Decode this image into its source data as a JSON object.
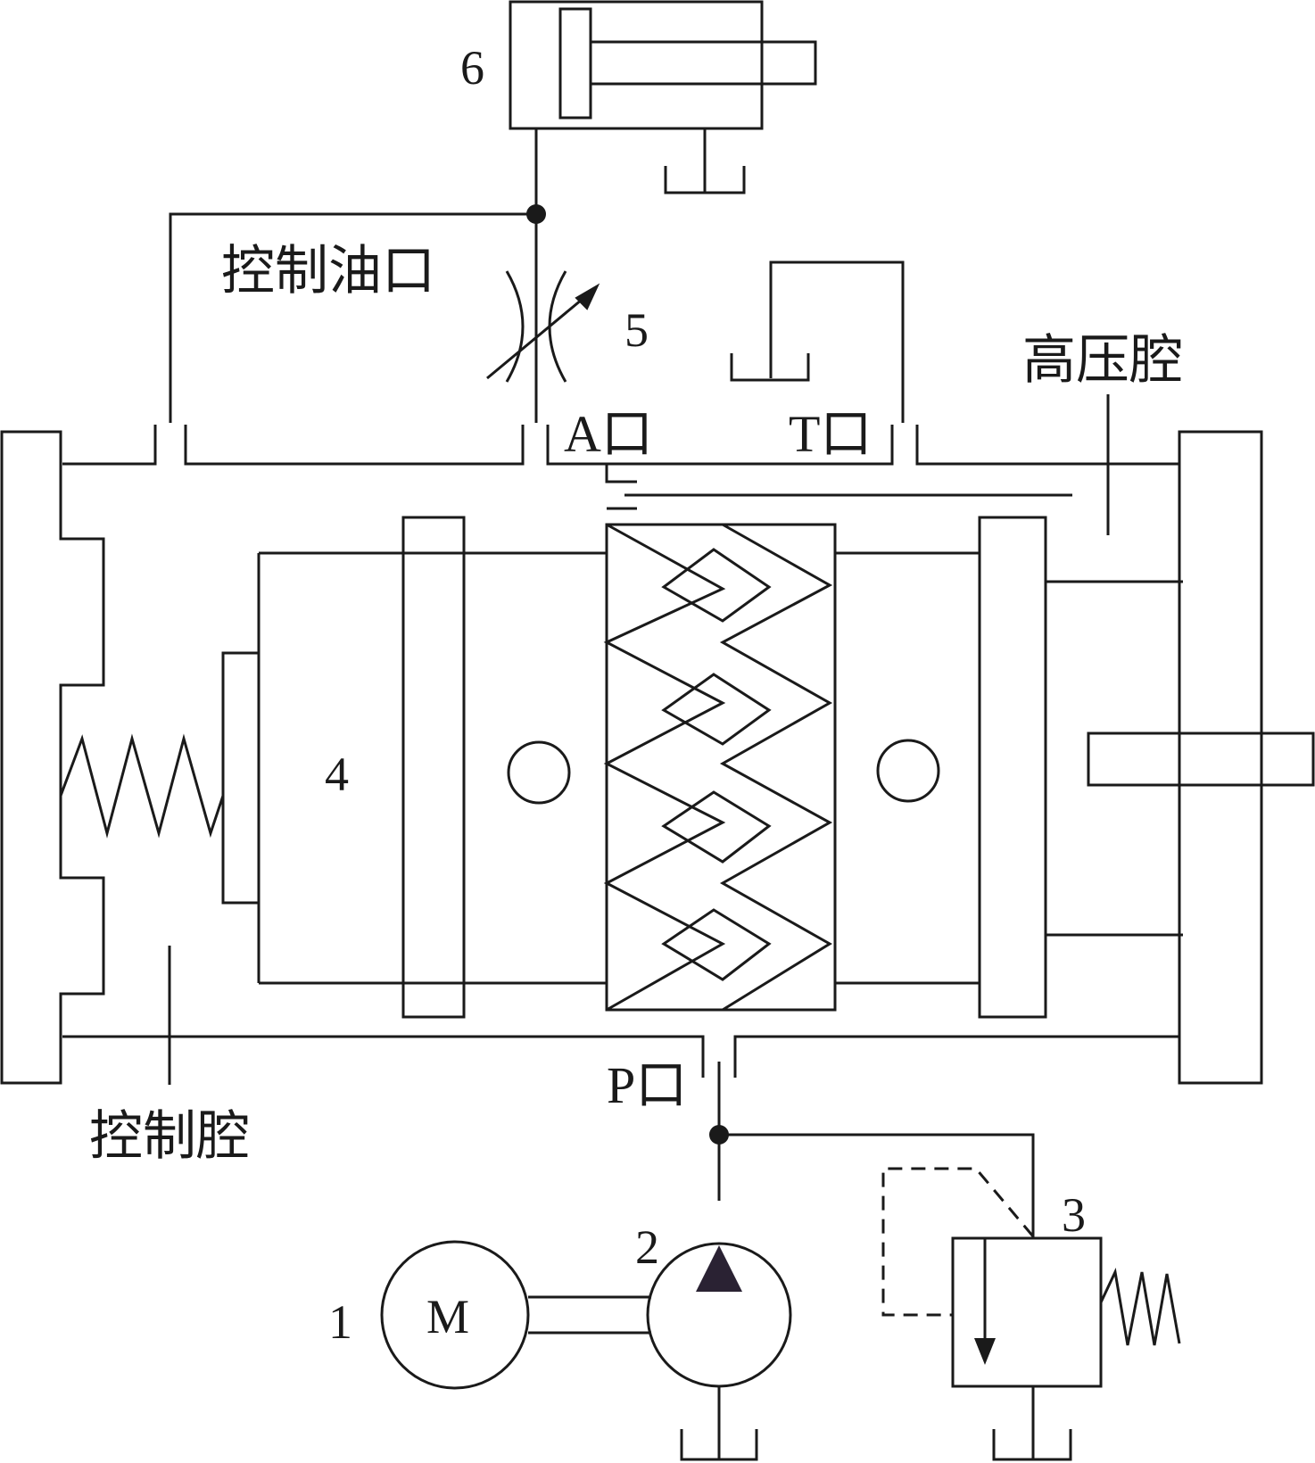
{
  "labels": {
    "control_oil_port": "控制油口",
    "high_pressure_chamber": "高压腔",
    "control_chamber": "控制腔",
    "port_a": "A口",
    "port_t": "T口",
    "port_p": "P口",
    "motor_symbol": "M"
  },
  "components": {
    "motor": "1",
    "pump": "2",
    "relief_valve": "3",
    "main_valve": "4",
    "throttle_valve": "5",
    "cylinder": "6"
  },
  "colors": {
    "line": "#1a1a1a",
    "pump_arrow": "#2a2233",
    "background": "#ffffff"
  }
}
